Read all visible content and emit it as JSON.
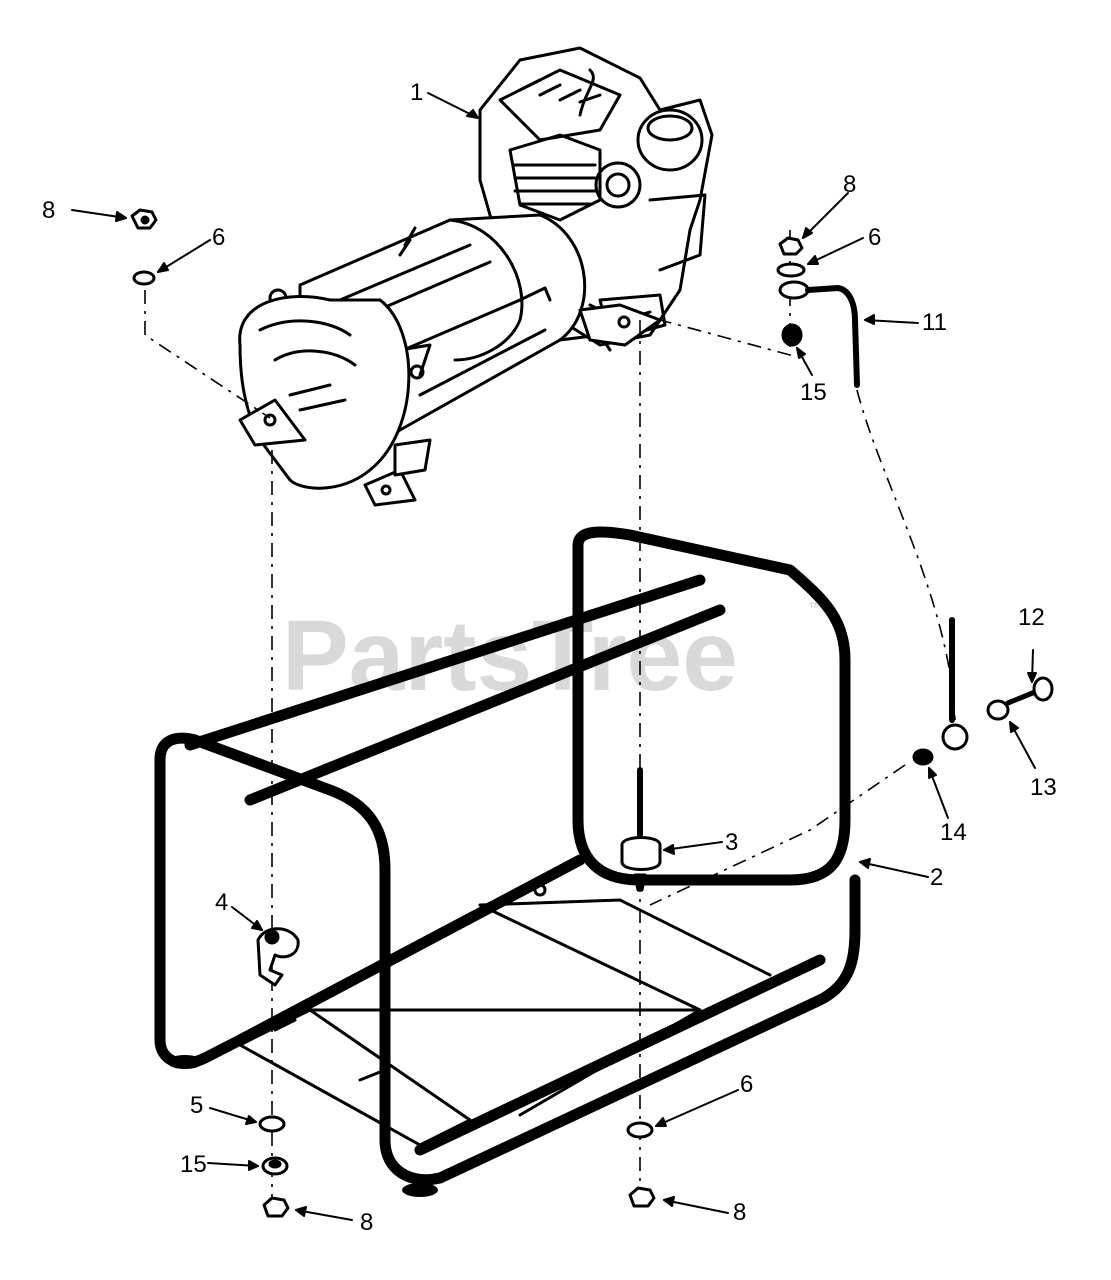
{
  "watermark": {
    "text": "PartsTree",
    "trademark": "™"
  },
  "callouts": [
    {
      "key": "c1",
      "label": "1"
    },
    {
      "key": "c2",
      "label": "2"
    },
    {
      "key": "c3",
      "label": "3"
    },
    {
      "key": "c4",
      "label": "4"
    },
    {
      "key": "c5",
      "label": "5"
    },
    {
      "key": "c6a",
      "label": "6"
    },
    {
      "key": "c6b",
      "label": "6"
    },
    {
      "key": "c6c",
      "label": "6"
    },
    {
      "key": "c8a",
      "label": "8"
    },
    {
      "key": "c8b",
      "label": "8"
    },
    {
      "key": "c8c",
      "label": "8"
    },
    {
      "key": "c8d",
      "label": "8"
    },
    {
      "key": "c11",
      "label": "11"
    },
    {
      "key": "c12",
      "label": "12"
    },
    {
      "key": "c13",
      "label": "13"
    },
    {
      "key": "c14",
      "label": "14"
    },
    {
      "key": "c15a",
      "label": "15"
    },
    {
      "key": "c15b",
      "label": "15"
    }
  ]
}
